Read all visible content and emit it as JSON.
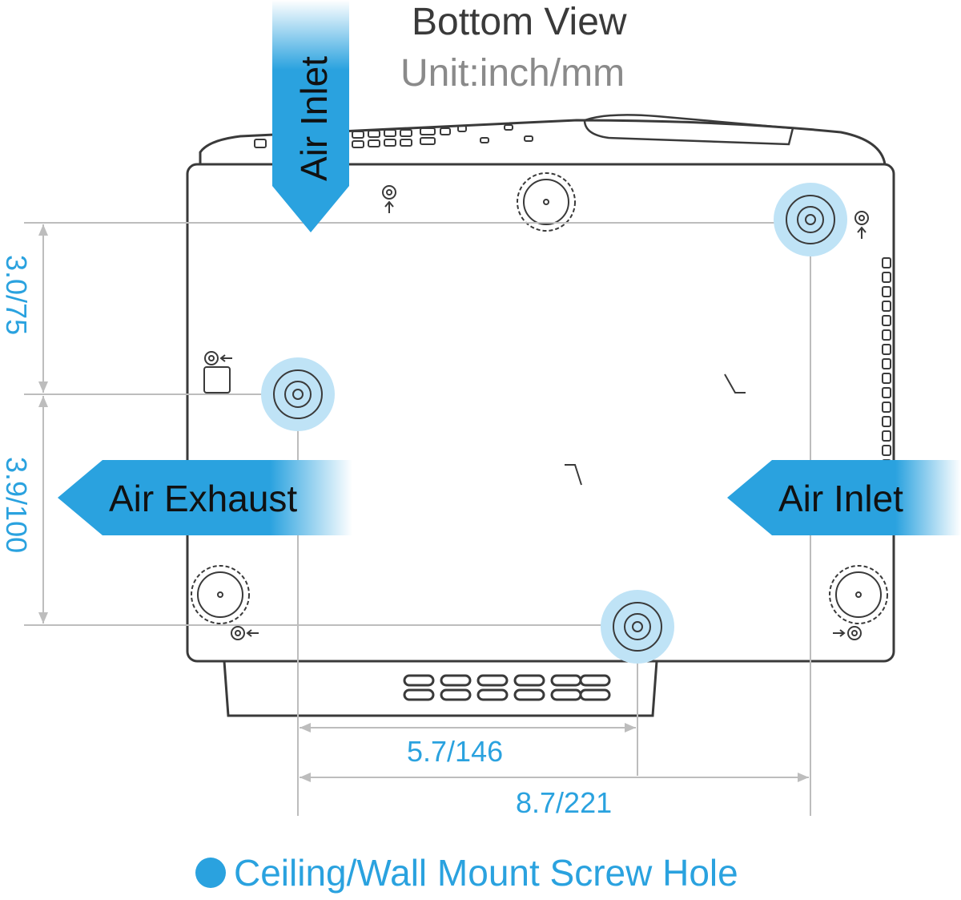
{
  "header": {
    "title": "Bottom View",
    "subtitle": "Unit:inch/mm"
  },
  "airflow": {
    "top_inlet": "Air Inlet",
    "left_exhaust": "Air Exhaust",
    "right_inlet": "Air Inlet"
  },
  "dimensions": {
    "vertical_upper": "3.0/75",
    "vertical_lower": "3.9/100",
    "horizontal_short": "5.7/146",
    "horizontal_long": "8.7/221"
  },
  "legend": {
    "label": "Ceiling/Wall Mount Screw Hole"
  },
  "colors": {
    "accent": "#2aa2df",
    "outline": "#3a3a3a",
    "dimension_line": "#bdbdbd",
    "hole_highlight": "#bfe3f6"
  },
  "icons": {
    "arrow_down": "arrow-down-icon",
    "arrow_left": "arrow-left-icon",
    "screw_hole": "screw-hole-icon"
  }
}
